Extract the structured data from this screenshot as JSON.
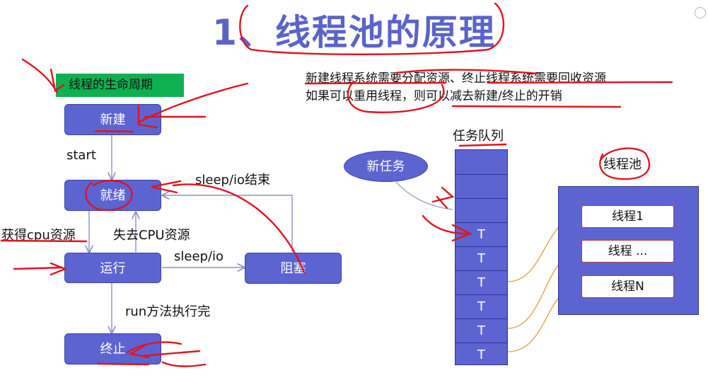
{
  "title": "1、线程池的原理",
  "lifecycle": {
    "heading": "线程的生命周期",
    "states": {
      "new": "新建",
      "ready": "就绪",
      "running": "运行",
      "blocked": "阻塞",
      "terminated": "终止"
    },
    "transitions": {
      "start": "start",
      "sleep_io_end": "sleep/io结束",
      "get_cpu": "获得cpu资源",
      "lose_cpu": "失去CPU资源",
      "sleep_io": "sleep/io",
      "run_done": "run方法执行完"
    }
  },
  "notes": {
    "line1": "新建线程系统需要分配资源、终止线程系统需要回收资源",
    "line2": "如果可以重用线程，则可以减去新建/终止的开销"
  },
  "pool_diagram": {
    "new_task": "新任务",
    "queue_label": "任务队列",
    "queue_cells": [
      "",
      "",
      "",
      "T",
      "T",
      "T",
      "T",
      "T",
      "T"
    ],
    "pool_label": "线程池",
    "threads": [
      "线程1",
      "线程 ...",
      "线程N"
    ]
  },
  "colors": {
    "title": "#5a64c8",
    "box": "#5c64d2",
    "tag": "#0fb050",
    "annotation": "#e0141e",
    "connector": "#d9a040"
  }
}
